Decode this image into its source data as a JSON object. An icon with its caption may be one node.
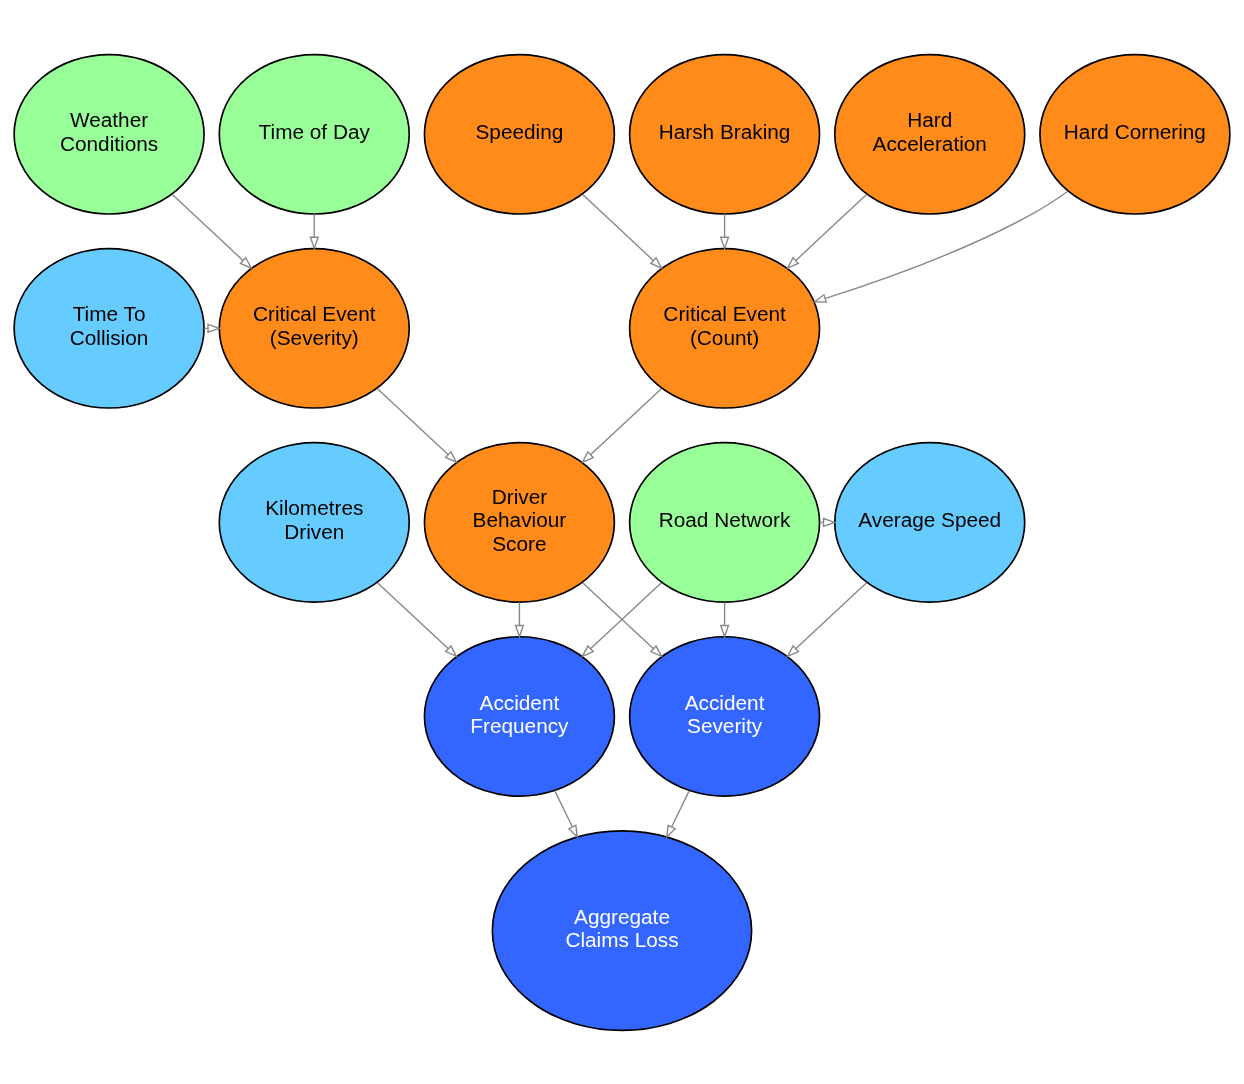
{
  "diagram": {
    "nodes": [
      {
        "text": [
          "Speeding"
        ]
      },
      {
        "text": [
          "Harsh Braking"
        ]
      },
      {
        "text": [
          "Hard Acceleration"
        ]
      },
      {
        "text": [
          "Hard Cornering"
        ]
      },
      {
        "text": [
          "Weather Conditions"
        ]
      },
      {
        "text": [
          "Time of Day"
        ]
      },
      {
        "text": [
          "Critical Event (Count)"
        ]
      },
      {
        "text": [
          "Critical Event (Severity)"
        ]
      },
      {
        "text": [
          "Time To Collision"
        ]
      },
      {
        "text": [
          "Kilometres Driven"
        ]
      },
      {
        "text": [
          "Driver Behaviour Score"
        ]
      },
      {
        "text": [
          "Road Network"
        ]
      },
      {
        "text": [
          "Average Speed"
        ]
      },
      {
        "text": [
          "Accident Frequency"
        ]
      },
      {
        "text": [
          "Accident Severity"
        ]
      },
      {
        "text": [
          "Aggregate Claims Loss"
        ]
      }
    ],
    "edges": [
      {
        "from": 0,
        "to": 6,
        "arrow": "to"
      },
      {
        "from": 1,
        "to": 6,
        "arrow": "to"
      },
      {
        "from": 2,
        "to": 6,
        "arrow": "to"
      },
      {
        "from": 3,
        "to": 6,
        "arrow": "to"
      },
      {
        "from": 4,
        "to": 7,
        "arrow": "to"
      },
      {
        "from": 5,
        "to": 7,
        "arrow": "to"
      },
      {
        "from": 8,
        "to": 7,
        "arrow": "to"
      },
      {
        "from": 6,
        "to": 10,
        "arrow": "to"
      },
      {
        "from": 7,
        "to": 10,
        "arrow": "to"
      },
      {
        "from": 11,
        "to": 12,
        "arrow": "to"
      },
      {
        "from": 9,
        "to": 13,
        "arrow": "to"
      },
      {
        "from": 10,
        "to": 13,
        "arrow": "to"
      },
      {
        "from": 11,
        "to": 13,
        "arrow": "to"
      },
      {
        "from": 10,
        "to": 14,
        "arrow": "to"
      },
      {
        "from": 11,
        "to": 14,
        "arrow": "to"
      },
      {
        "from": 12,
        "to": 14,
        "arrow": "to"
      },
      {
        "from": 13,
        "to": 15,
        "arrow": "to"
      },
      {
        "from": 14,
        "to": 15,
        "arrow": "to"
      }
    ]
  }
}
